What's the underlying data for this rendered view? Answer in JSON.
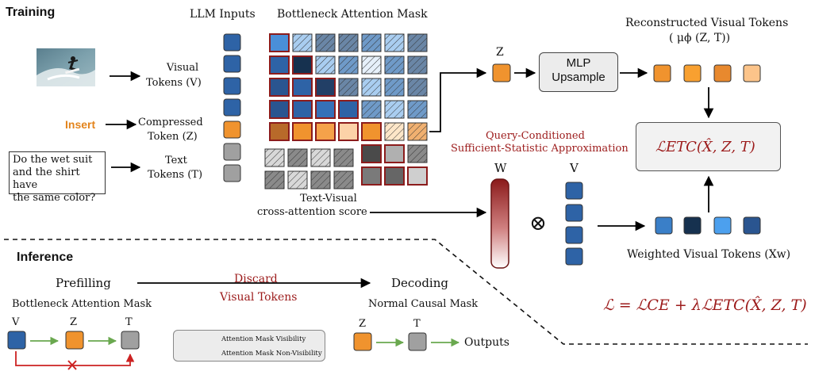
{
  "training": {
    "title": "Training",
    "llm_inputs_label": "LLM Inputs",
    "bam_label": "Bottleneck Attention Mask",
    "visual_tokens_label": [
      "Visual",
      "Tokens  (V)"
    ],
    "insert_label": "Insert",
    "compressed_token_label": [
      "Compressed",
      "Token  (Z)"
    ],
    "text_tokens_label": [
      "Text",
      "Tokens  (T)"
    ],
    "question_lines": [
      "Do the wet suit",
      "and the shirt have",
      "the same color?"
    ],
    "cross_attention_label": [
      "Text-Visual",
      "cross-attention score"
    ],
    "z_label": "Z",
    "mlp_label": [
      "MLP",
      "Upsample"
    ],
    "reconstructed_label": "Reconstructed Visual Tokens",
    "reconstructed_formula": "( μϕ (Z, T))",
    "qcssa_label": [
      "Query-Conditioned",
      "Sufficient-Statistic Approximation"
    ],
    "w_label": "W",
    "v_label": "V",
    "otimes": "⊗",
    "etc_loss": "ℒETC(X̂, Z, T)",
    "weighted_label": "Weighted Visual Tokens (Xw)",
    "total_loss": "ℒ = ℒCE + λℒETC(X̂, Z, T)"
  },
  "inference": {
    "title": "Inference",
    "prefilling_label": "Prefilling",
    "discard_label": [
      "Discard",
      "Visual Tokens"
    ],
    "decoding_label": "Decoding",
    "bam_label": "Bottleneck Attention Mask",
    "normal_mask_label": "Normal Causal Mask",
    "v_label": "V",
    "z_label": "Z",
    "t_label": "T",
    "z2_label": "Z",
    "t2_label": "T",
    "outputs_label": "Outputs",
    "legend": {
      "visibility": "Attention Mask Visibility",
      "non_visibility": "Attention Mask Non-Visibility"
    }
  },
  "colors": {
    "visual_token": "#2e63a6",
    "compressed_token": "#f0932e",
    "text_token": "#a0a0a0",
    "mask_border_red": "#8c1c1c",
    "loss_red": "#a01818",
    "arrow_green": "#6aa84f",
    "arrow_red": "#cc2222"
  }
}
